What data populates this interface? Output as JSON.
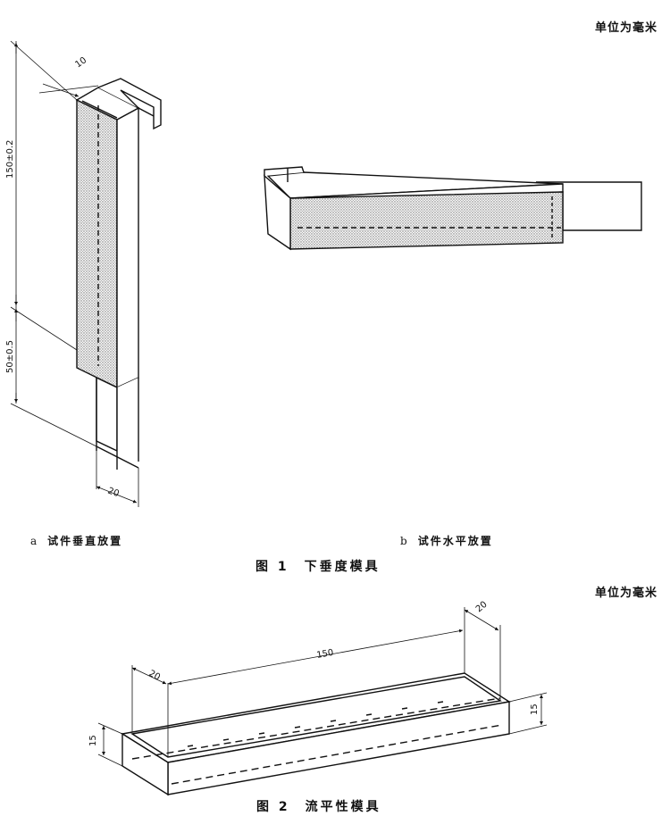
{
  "unit_label_1": "单位为毫米",
  "unit_label_2": "单位为毫米",
  "figure1": {
    "sub_a_letter": "a",
    "sub_a_text": "试件垂直放置",
    "sub_b_letter": "b",
    "sub_b_text": "试件水平放置",
    "caption": "图 1　下垂度模具",
    "dim_10": "10",
    "dim_150": "150±0.2",
    "dim_50": "50±0.5",
    "dim_20": "20"
  },
  "figure2": {
    "caption": "图 2　流平性模具",
    "dim_150": "150",
    "dim_20_left": "20",
    "dim_20_right": "20",
    "dim_15_left": "15",
    "dim_15_right": "15"
  }
}
